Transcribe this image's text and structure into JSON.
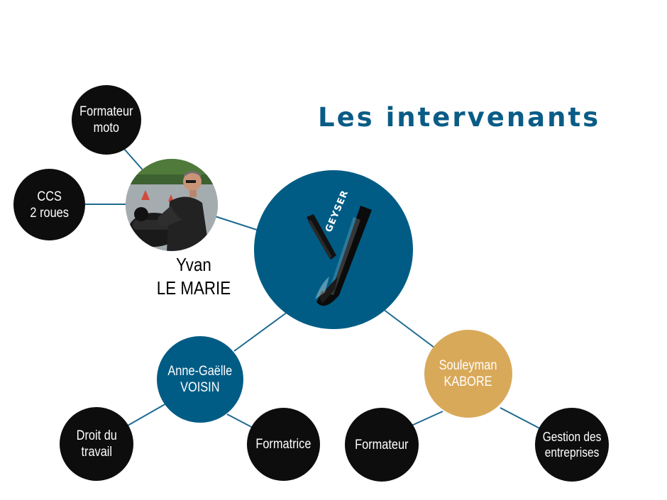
{
  "title": "Les intervenants",
  "logo": {
    "wordmark": "GEYSER",
    "icon": "brush-y-logo-icon"
  },
  "people": {
    "yvan": {
      "name": "Yvan\nLE MARIE",
      "photo_icon": "motorcycle-trainer-photo",
      "roles": [
        "Formateur\nmoto",
        "CCS\n2 roues"
      ]
    },
    "anne": {
      "name": "Anne-Gaëlle\nVOISIN",
      "roles": [
        "Droit du\ntravail",
        "Formatrice"
      ]
    },
    "souleyman": {
      "name": "Souleyman\nKABORE",
      "roles": [
        "Formateur",
        "Gestion des\nentreprises"
      ]
    }
  },
  "colors": {
    "brand_blue": "#005c85",
    "gold": "#d9a95a",
    "role_black": "#0d0d0d",
    "link_line": "#1e6a8f",
    "title": "#0a5c86",
    "white": "#ffffff"
  }
}
